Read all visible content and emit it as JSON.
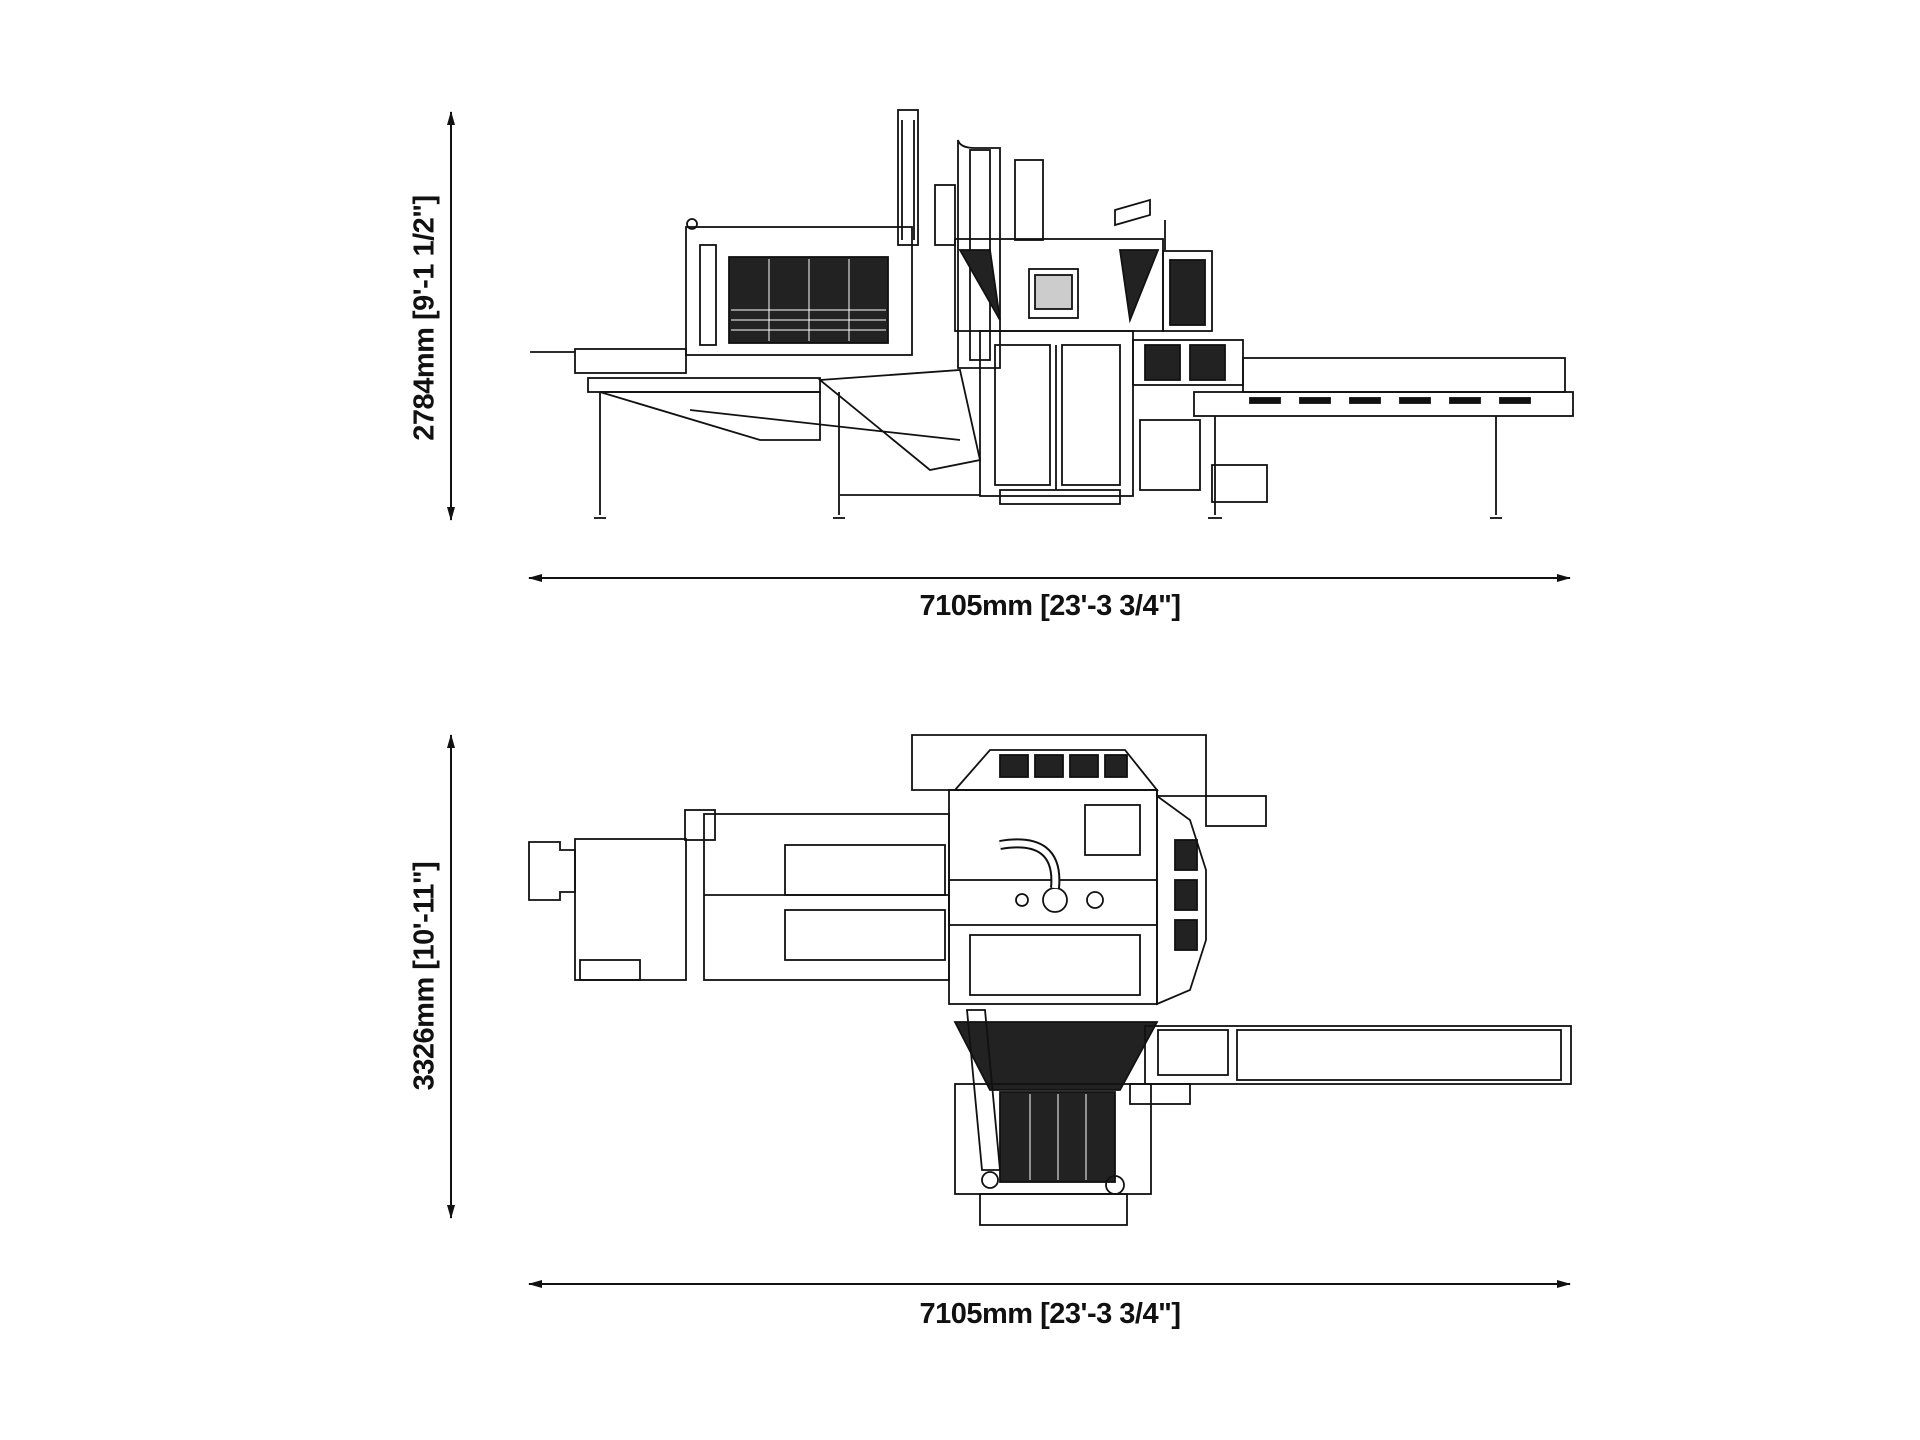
{
  "drawing": {
    "side_view": {
      "height_label": "2784mm [9'-1 1/2\"]",
      "length_label": "7105mm [23'-3 3/4\"]"
    },
    "plan_view": {
      "width_label": "3326mm [10'-11\"]",
      "length_label": "7105mm [23'-3 3/4\"]"
    },
    "line_color": "#111111",
    "background": "#ffffff"
  }
}
